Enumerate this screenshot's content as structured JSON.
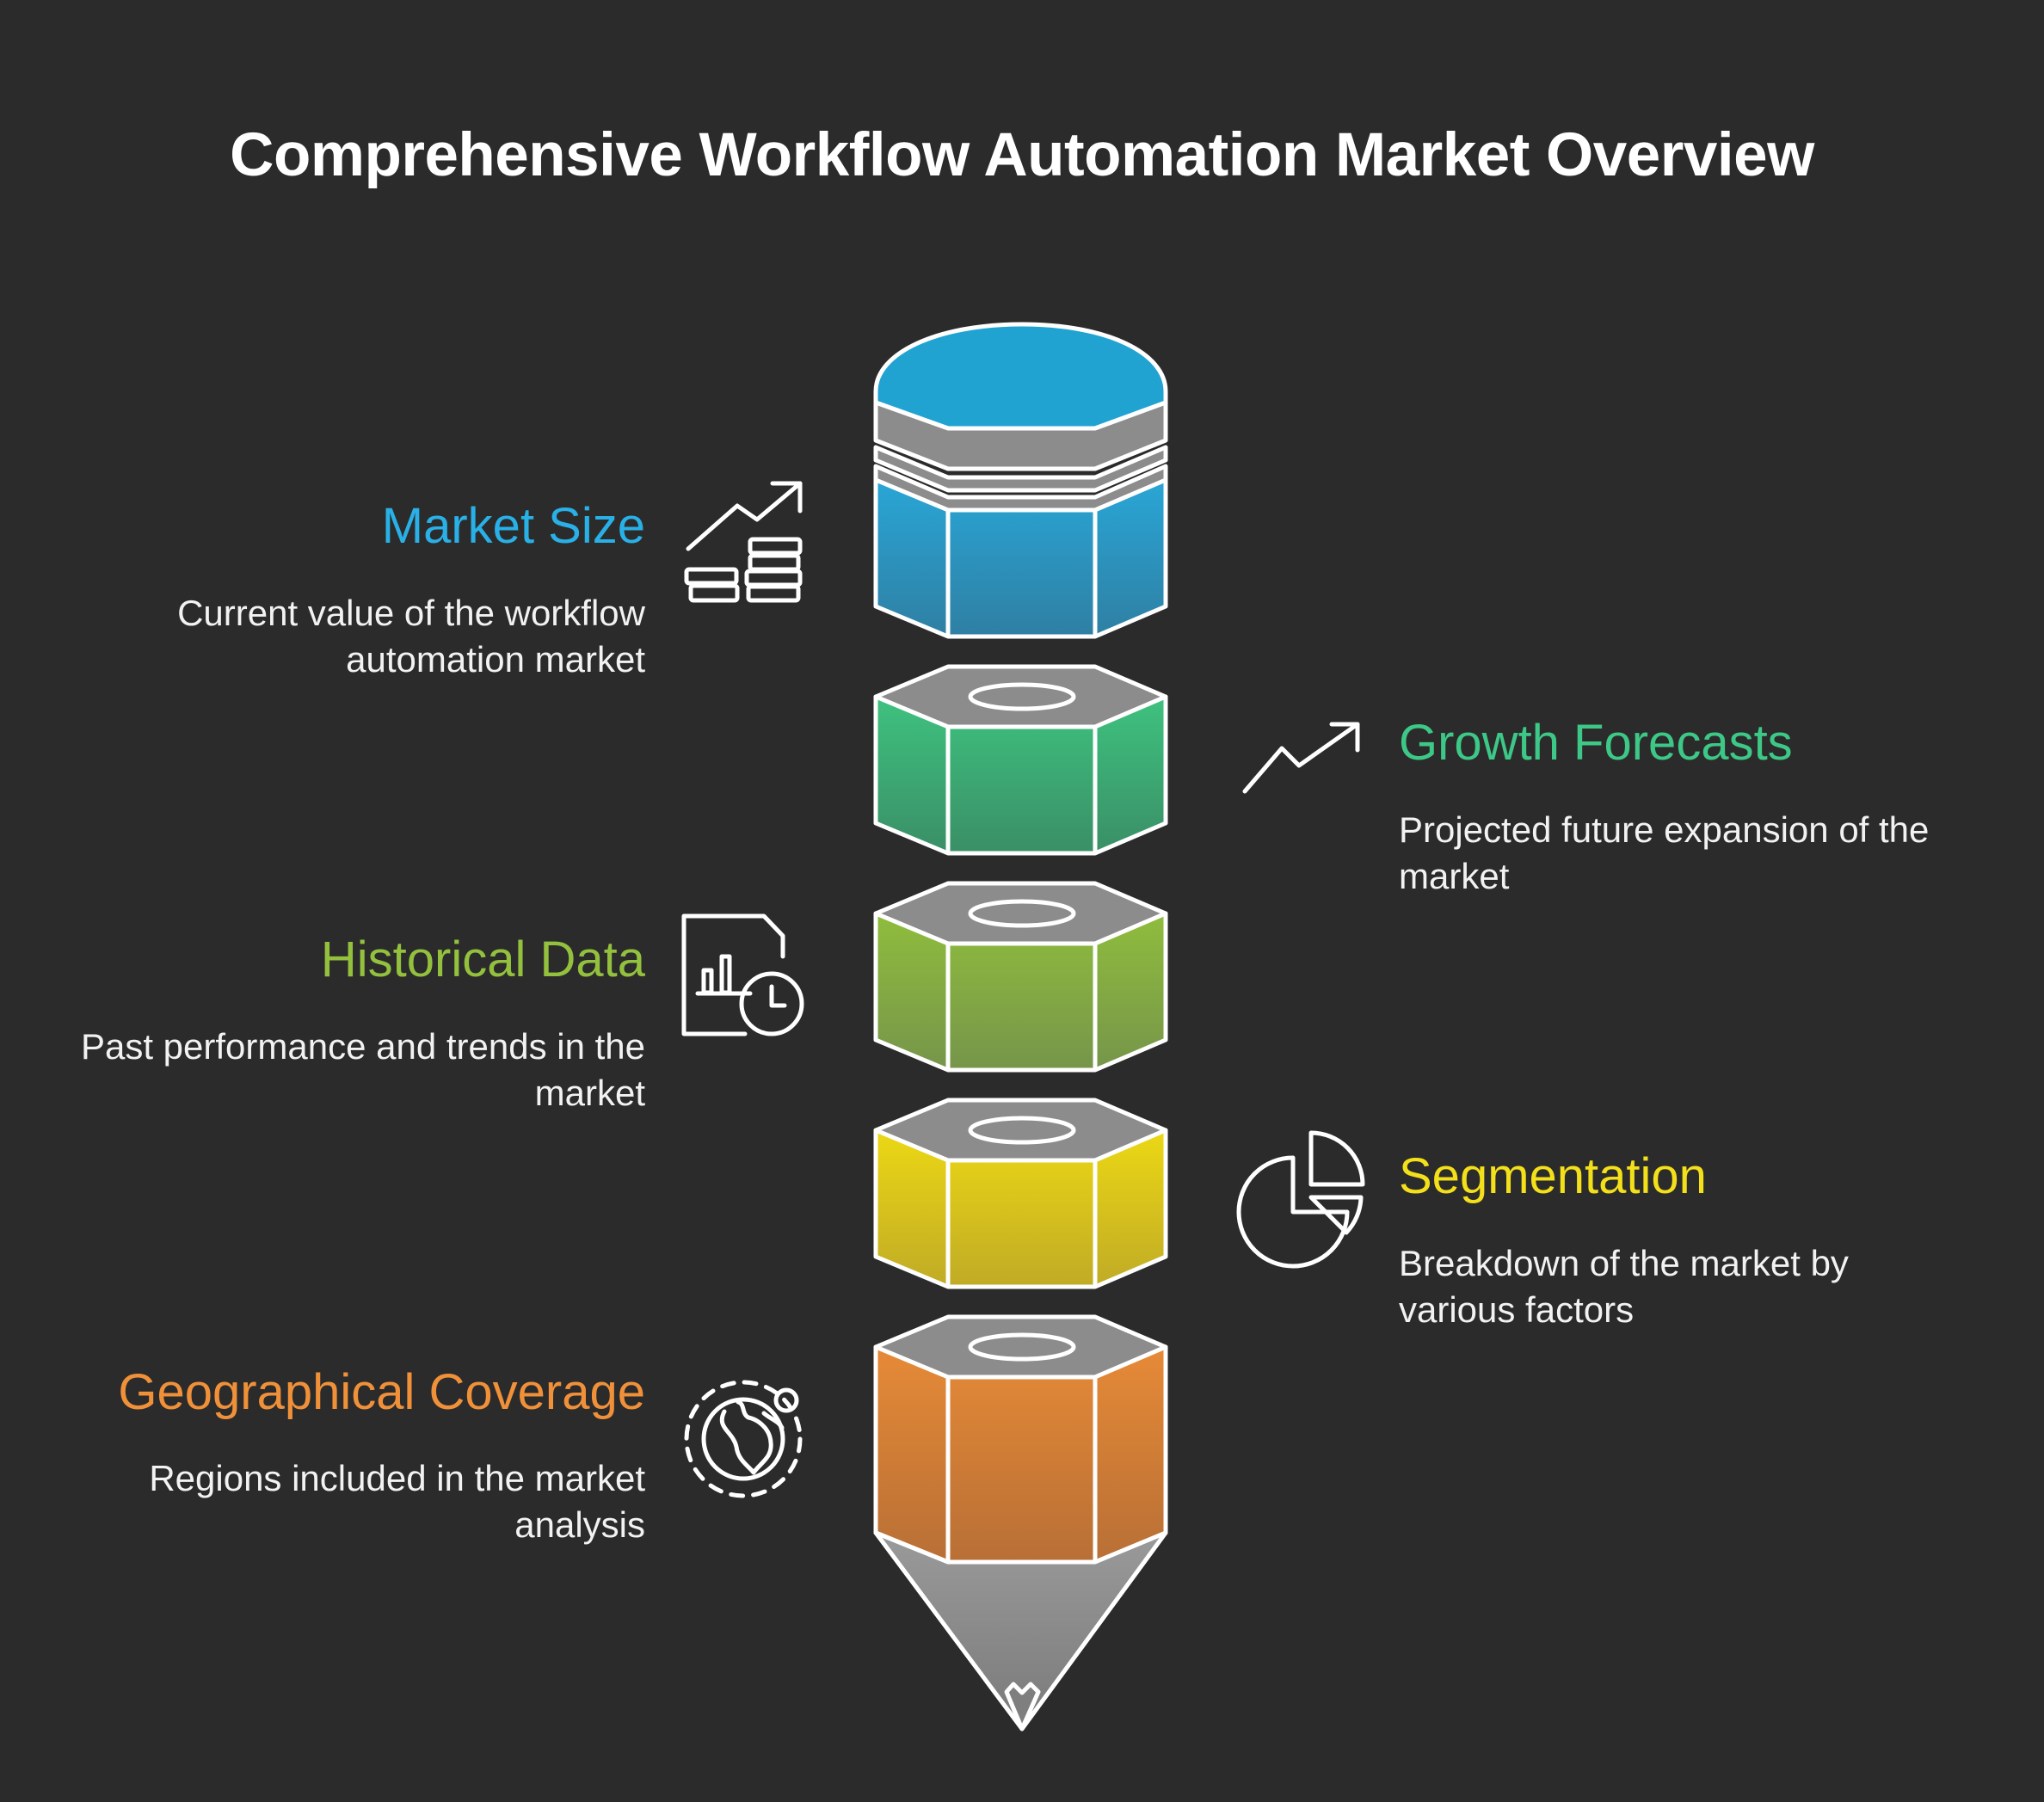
{
  "title": "Comprehensive Workflow Automation Market Overview",
  "colors": {
    "background": "#2b2b2b",
    "market_size": "#29b0e6",
    "growth_forecasts": "#3dc887",
    "historical_data": "#93c13d",
    "segmentation": "#f3df1a",
    "geographical_coverage": "#f0913a"
  },
  "sections": [
    {
      "heading": "Market Size",
      "description": "Current value of the workflow automation market",
      "icon": "coins-growth-icon",
      "side": "left"
    },
    {
      "heading": "Growth Forecasts",
      "description": "Projected future expansion of the market",
      "icon": "trend-up-arrow-icon",
      "side": "right"
    },
    {
      "heading": "Historical Data",
      "description": "Past performance and trends in the market",
      "icon": "report-clock-icon",
      "side": "left"
    },
    {
      "heading": "Segmentation",
      "description": "Breakdown of the market by various factors",
      "icon": "pie-chart-icon",
      "side": "right"
    },
    {
      "heading": "Geographical Coverage",
      "description": "Regions included in the market analysis",
      "icon": "globe-icon",
      "side": "left"
    }
  ]
}
